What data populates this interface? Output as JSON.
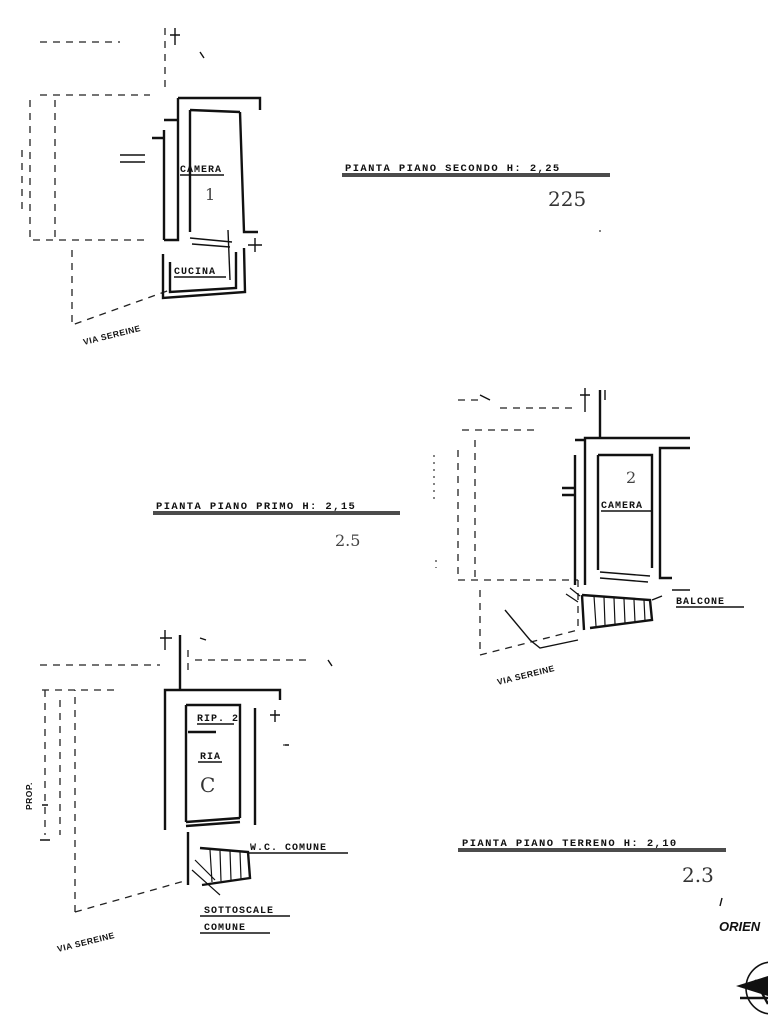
{
  "floor_plans": {
    "second_floor": {
      "title": "PIANTA PIANO SECONDO H: 2,25",
      "height_note": "225",
      "rooms": {
        "camera": "CAMERA",
        "room_number": "1",
        "cucina": "CUCINA"
      },
      "street": "VIA SEREINE"
    },
    "first_floor": {
      "title": "PIANTA PIANO PRIMO H: 2,15",
      "height_note": "2.5",
      "rooms": {
        "camera": "CAMERA",
        "room_number": "2",
        "balcone": "BALCONE"
      },
      "street": "VIA SEREINE"
    },
    "ground_floor": {
      "title": "PIANTA PIANO TERRENO H: 2,10",
      "height_note": "2.3",
      "rooms": {
        "rip": "RIP. 2",
        "ria": "RIA",
        "room_letter": "C",
        "wc": "W.C. COMUNE",
        "sottoscale": "SOTTOSCALE",
        "comune": "COMUNE"
      },
      "neighbor": "PROP.",
      "street": "VIA SEREINE"
    }
  },
  "orientation": {
    "label": "ORIEN"
  }
}
